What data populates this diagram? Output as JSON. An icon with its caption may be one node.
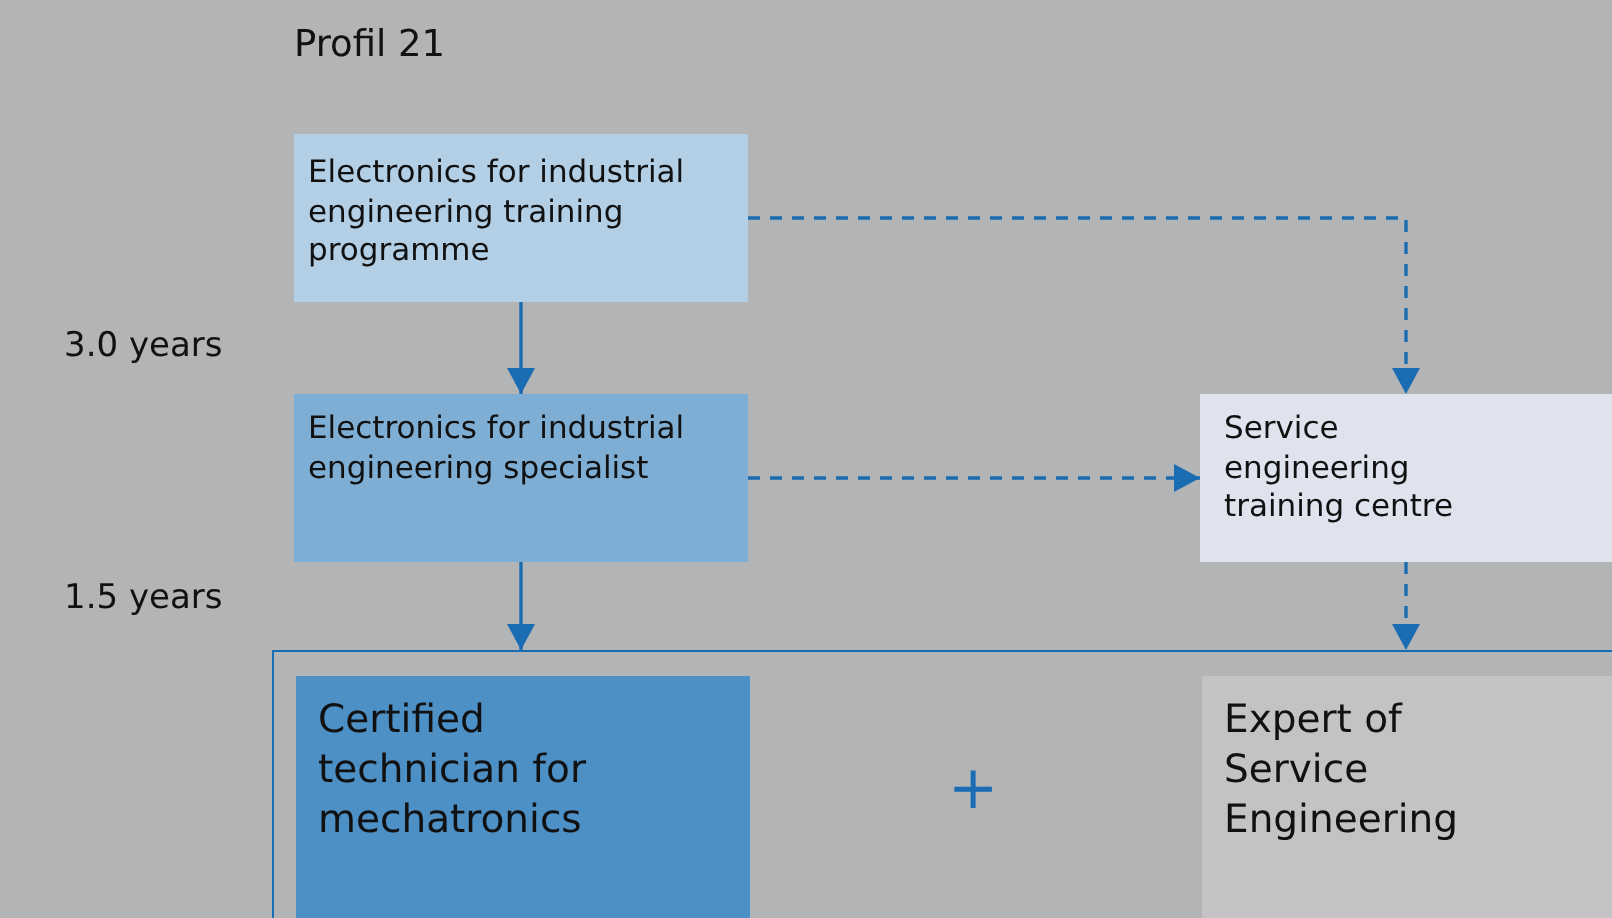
{
  "diagram": {
    "title": "Profil 21",
    "nodes": [
      {
        "text": [
          "Electronics for industrial engineering training programme"
        ]
      },
      {
        "text": [
          "Electronics for industrial engineering specialist"
        ]
      },
      {
        "text": [
          "Service engineering training centre"
        ]
      },
      {
        "text": [],
        "shape": "box"
      },
      {
        "text": [
          "Certified technician for mechatronics"
        ],
        "in": 3
      },
      {
        "text": [
          "Expert of Service Engineering"
        ],
        "in": 3
      }
    ],
    "edges": [
      {
        "from": 0,
        "to": 1,
        "arrow": "to"
      },
      {
        "from": 0,
        "to": 2,
        "arrow": "to",
        "style": "dashed"
      },
      {
        "from": 1,
        "to": 2,
        "arrow": "to",
        "style": "dashed"
      },
      {
        "from": 1,
        "to": 3,
        "arrow": "to"
      },
      {
        "from": 2,
        "to": 3,
        "arrow": "to",
        "style": "dashed"
      }
    ],
    "labels": [
      "3.0 years",
      "1.5 years",
      "+"
    ]
  }
}
